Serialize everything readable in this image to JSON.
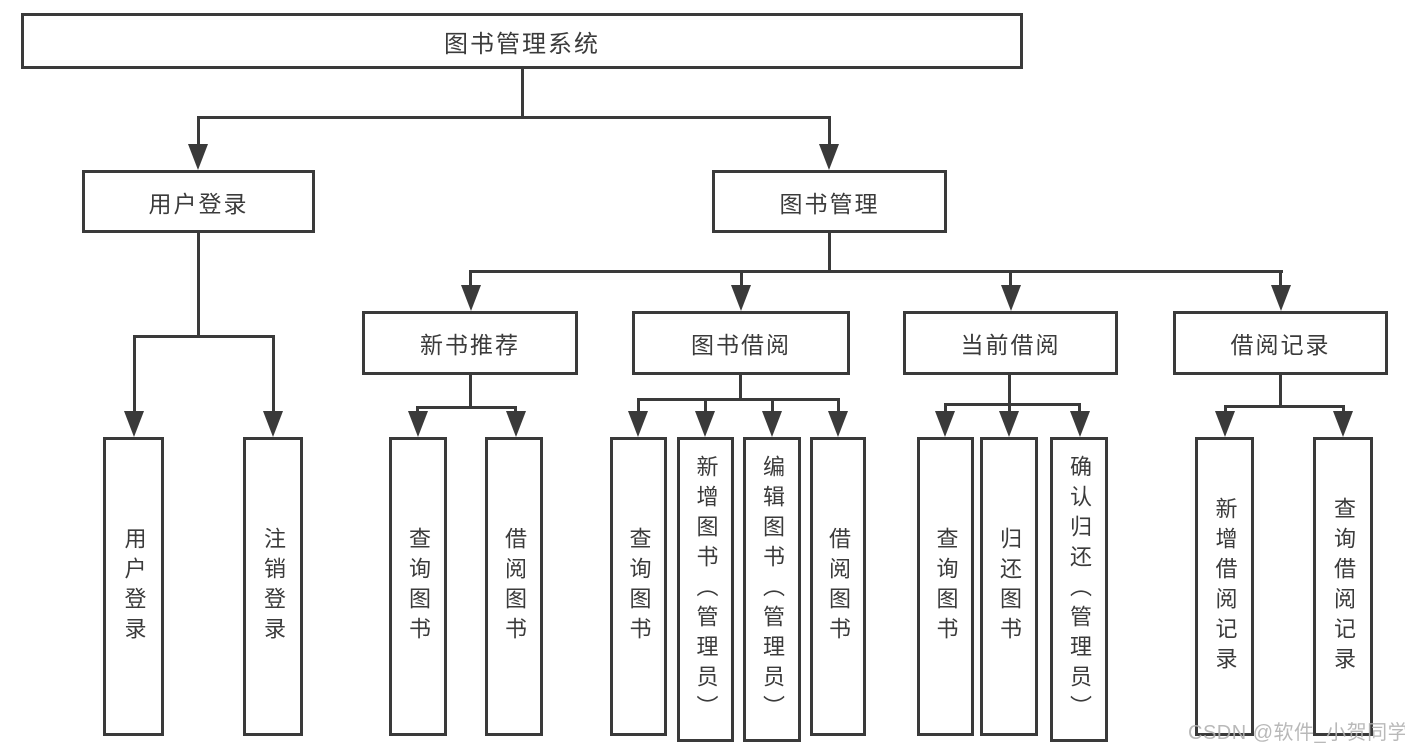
{
  "diagram": {
    "root": {
      "label": "图书管理系统"
    },
    "branches": [
      {
        "label": "用户登录",
        "children": [
          {
            "label": "用户登录"
          },
          {
            "label": "注销登录"
          }
        ]
      },
      {
        "label": "图书管理",
        "children": [
          {
            "label": "新书推荐",
            "children": [
              {
                "label": "查询图书"
              },
              {
                "label": "借阅图书"
              }
            ]
          },
          {
            "label": "图书借阅",
            "children": [
              {
                "label": "查询图书"
              },
              {
                "label": "新增图书（管理员）"
              },
              {
                "label": "编辑图书（管理员）"
              },
              {
                "label": "借阅图书"
              }
            ]
          },
          {
            "label": "当前借阅",
            "children": [
              {
                "label": "查询图书"
              },
              {
                "label": "归还图书"
              },
              {
                "label": "确认归还（管理员）"
              }
            ]
          },
          {
            "label": "借阅记录",
            "children": [
              {
                "label": "新增借阅记录"
              },
              {
                "label": "查询借阅记录"
              }
            ]
          }
        ]
      }
    ]
  },
  "watermark": "CSDN @软件_小贺同学",
  "colors": {
    "line": "#3a3a3a",
    "text": "#3b3b3b",
    "watermark": "#b2b2b2",
    "background": "#ffffff"
  }
}
